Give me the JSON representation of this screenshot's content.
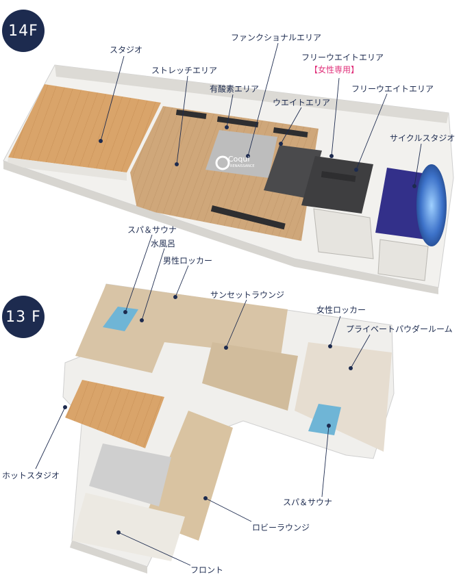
{
  "floors": {
    "upper": {
      "badge": "14F"
    },
    "lower": {
      "badge": "13 F"
    }
  },
  "labels_14f": {
    "studio": "スタジオ",
    "functional": "ファンクショナルエリア",
    "free_weight_women_1": "フリーウエイトエリア",
    "free_weight_women_2": "【女性専用】",
    "stretch": "ストレッチエリア",
    "aerobic": "有酸素エリア",
    "free_weight": "フリーウエイトエリア",
    "weight": "ウエイトエリア",
    "cycle": "サイクルスタジオ"
  },
  "labels_13f": {
    "spa_sauna_left": "スパ＆サウナ",
    "cold_bath": "水風呂",
    "mens_locker": "男性ロッカー",
    "sunset_lounge": "サンセットラウンジ",
    "womens_locker": "女性ロッカー",
    "powder_room": "プライベートパウダールーム",
    "hot_studio": "ホットスタジオ",
    "spa_sauna_right": "スパ＆サウナ",
    "lobby_lounge": "ロビーラウンジ",
    "front": "フロント"
  },
  "logo": {
    "brand": "Coqui",
    "sub": "RENAISSANCE"
  },
  "colors": {
    "navy": "#1d2b4f",
    "pink": "#e0307a",
    "wood": "#d9a46a",
    "wall": "#ecebe8",
    "floor_dark": "#4a4a4c",
    "pool": "#6fb5d6",
    "cycle_blue": "#3d72c9"
  }
}
